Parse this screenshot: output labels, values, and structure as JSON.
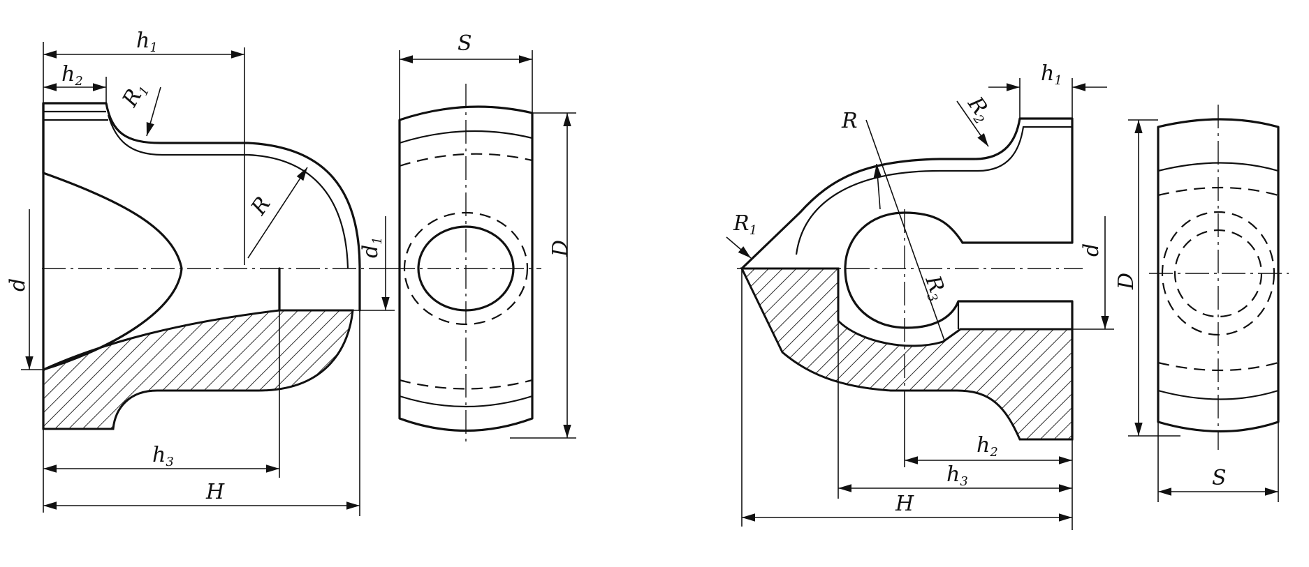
{
  "left_view": {
    "labels": {
      "h1": "h",
      "h1_sub": "1",
      "h2": "h",
      "h2_sub": "2",
      "h3": "h",
      "h3_sub": "3",
      "R": "R",
      "R1": "R",
      "R1_sub": "1",
      "d": "d",
      "d1": "d",
      "d1_sub": "1",
      "H": "H",
      "S": "S",
      "D": "D"
    }
  },
  "right_view": {
    "labels": {
      "h1": "h",
      "h1_sub": "1",
      "h2": "h",
      "h2_sub": "2",
      "h3": "h",
      "h3_sub": "3",
      "R": "R",
      "R1": "R",
      "R1_sub": "1",
      "R2": "R",
      "R2_sub": "2",
      "R3": "R",
      "R3_sub": "3",
      "d": "d",
      "H": "H",
      "S": "S",
      "D": "D"
    }
  }
}
